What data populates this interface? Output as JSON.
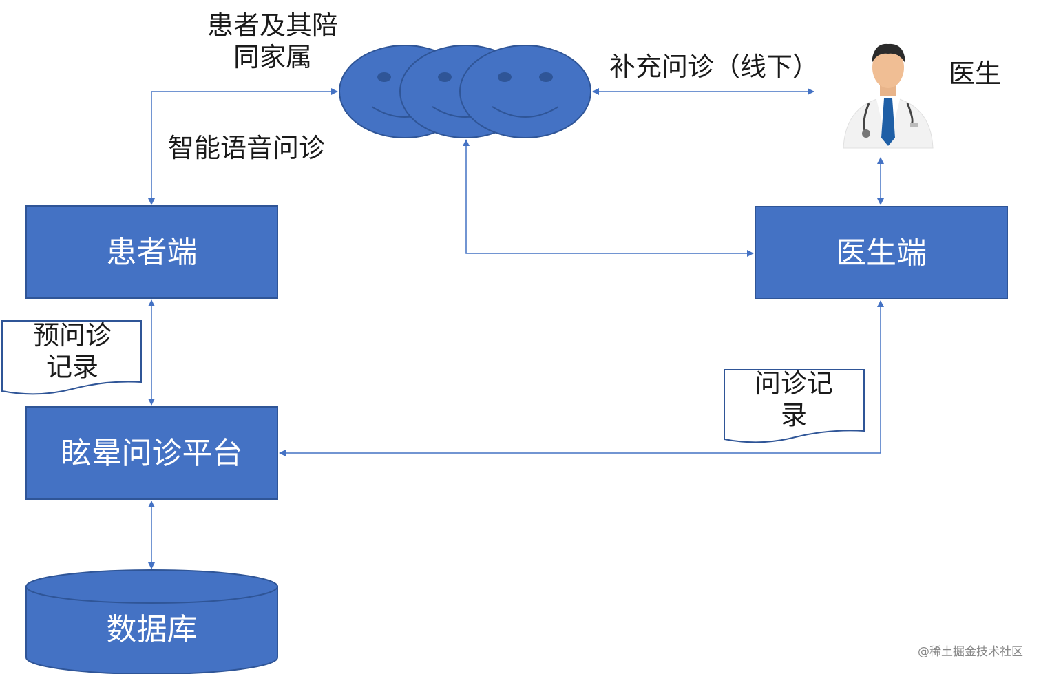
{
  "labels": {
    "patients": "患者及其陪\n同家属",
    "supplementary": "补充问诊（线下）",
    "doctor": "医生",
    "smart_voice": "智能语音问诊"
  },
  "boxes": {
    "patient_end": "患者端",
    "doctor_end": "医生端",
    "platform": "眩晕问诊平台",
    "database": "数据库"
  },
  "documents": {
    "pre_consult": "预问诊\n记录",
    "consult": "问诊记\n录"
  },
  "watermark": "@稀土掘金技术社区",
  "colors": {
    "box_fill": "#4472C4",
    "box_border": "#2F5597",
    "arrow": "#4472C4"
  },
  "icons": {
    "faces": "smiley-face-icon",
    "doctor": "doctor-icon"
  }
}
